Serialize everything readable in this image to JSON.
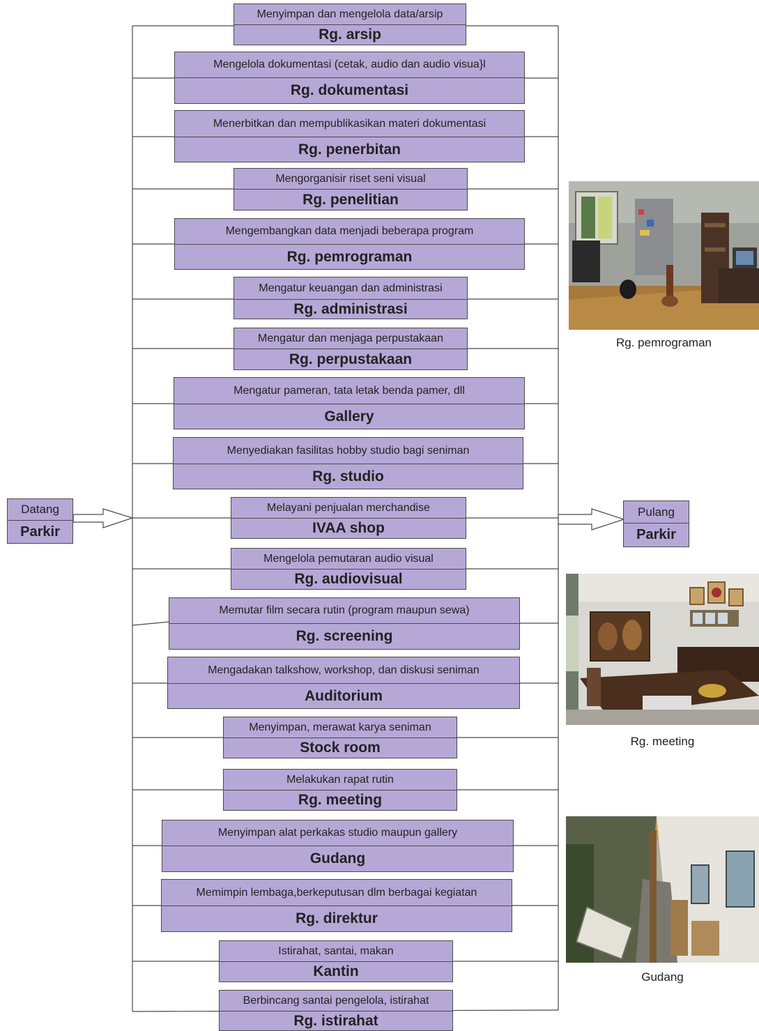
{
  "entry": {
    "top": "Datang",
    "bottom": "Parkir"
  },
  "exit": {
    "top": "Pulang",
    "bottom": "Parkir"
  },
  "rooms": [
    {
      "desc": "Menyimpan dan mengelola data/arsip",
      "name": "Rg. arsip"
    },
    {
      "desc": "Mengelola dokumentasi (cetak, audio dan audio visua}l",
      "name": "Rg. dokumentasi"
    },
    {
      "desc": "Menerbitkan dan mempublikasikan materi dokumentasi",
      "name": "Rg. penerbitan"
    },
    {
      "desc": "Mengorganisir riset seni visual",
      "name": "Rg. penelitian"
    },
    {
      "desc": "Mengembangkan data menjadi beberapa program",
      "name": "Rg. pemrograman"
    },
    {
      "desc": "Mengatur keuangan dan administrasi",
      "name": "Rg. administrasi"
    },
    {
      "desc": "Mengatur dan menjaga perpustakaan",
      "name": "Rg. perpustakaan"
    },
    {
      "desc": "Mengatur pameran, tata letak benda pamer, dll",
      "name": "Gallery"
    },
    {
      "desc": "Menyediakan fasilitas hobby studio bagi seniman",
      "name": "Rg. studio"
    },
    {
      "desc": "Melayani penjualan merchandise",
      "name": "IVAA shop"
    },
    {
      "desc": "Mengelola pemutaran audio visual",
      "name": "Rg. audiovisual"
    },
    {
      "desc": "Memutar film secara rutin (program maupun sewa)",
      "name": "Rg. screening"
    },
    {
      "desc": "Mengadakan talkshow, workshop, dan diskusi seniman",
      "name": "Auditorium"
    },
    {
      "desc": "Menyimpan,  merawat karya seniman",
      "name": "Stock room"
    },
    {
      "desc": "Melakukan rapat rutin",
      "name": "Rg. meeting"
    },
    {
      "desc": "Menyimpan alat perkakas studio maupun gallery",
      "name": "Gudang"
    },
    {
      "desc": "Memimpin lembaga,berkeputusan dlm berbagai kegiatan",
      "name": "Rg. direktur"
    },
    {
      "desc": "Istirahat, santai, makan",
      "name": "Kantin"
    },
    {
      "desc": "Berbincang santai pengelola, istirahat",
      "name": "Rg. istirahat"
    }
  ],
  "photos": [
    {
      "caption": "Rg. pemrograman"
    },
    {
      "caption": "Rg. meeting"
    },
    {
      "caption": "Gudang"
    }
  ],
  "colors": {
    "box_fill": "#b5a8d6",
    "line": "#4a4a4a"
  }
}
